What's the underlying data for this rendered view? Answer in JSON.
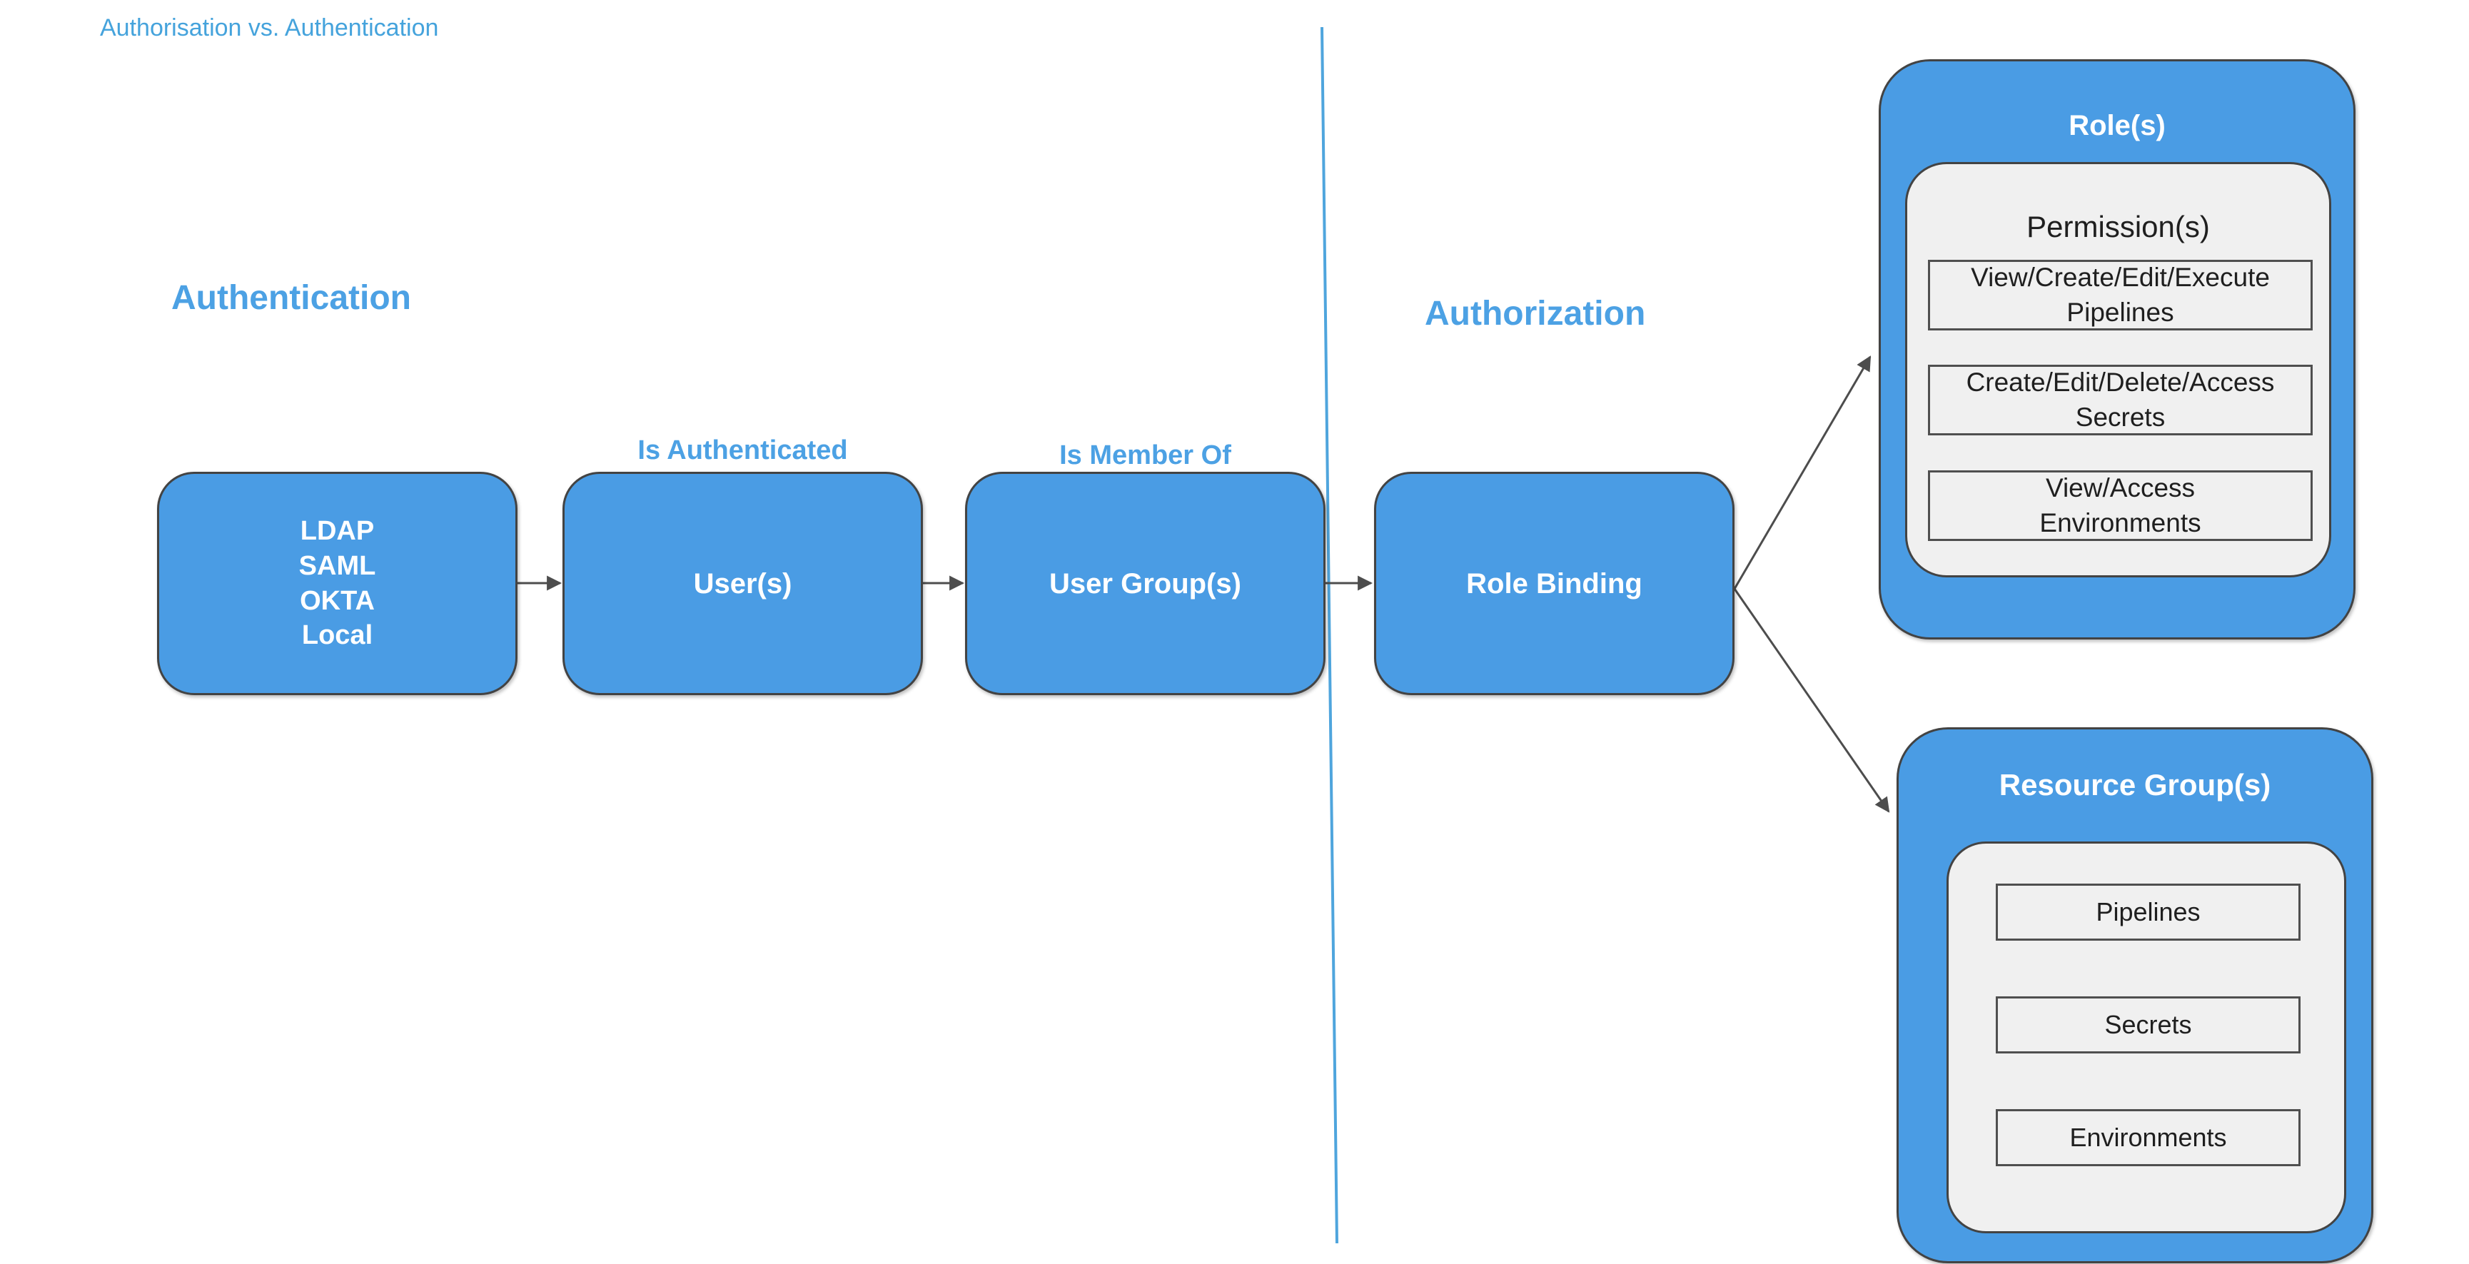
{
  "page": {
    "title": "Authorisation vs. Authentication"
  },
  "sections": {
    "authentication": {
      "heading": "Authentication"
    },
    "authorization": {
      "heading": "Authorization"
    }
  },
  "flow": {
    "identity_providers": {
      "text": "LDAP\nSAML\nOKTA\nLocal"
    },
    "users": {
      "label": "User(s)",
      "edge_label": "Is Authenticated"
    },
    "user_groups": {
      "label": "User Group(s)",
      "edge_label": "Is Member Of"
    },
    "role_binding": {
      "label": "Role Binding"
    }
  },
  "roles_group": {
    "title": "Role(s)",
    "permissions": {
      "title": "Permission(s)",
      "items": [
        "View/Create/Edit/Execute\nPipelines",
        "Create/Edit/Delete/Access\nSecrets",
        "View/Access\nEnvironments"
      ]
    }
  },
  "resource_group": {
    "title": "Resource Group(s)",
    "items": [
      "Pipelines",
      "Secrets",
      "Environments"
    ]
  },
  "colors": {
    "box_blue": "#4A9CE4",
    "label_blue": "#4CA1E4",
    "title_blue": "#45A3DC",
    "divider_blue": "#4FA5DD",
    "border_dark": "#434343",
    "item_border": "#4F4F4F",
    "panel_gray": "#F0F0F0",
    "arrow_gray": "#4D4D4D",
    "text_black": "#1F1F1F"
  }
}
